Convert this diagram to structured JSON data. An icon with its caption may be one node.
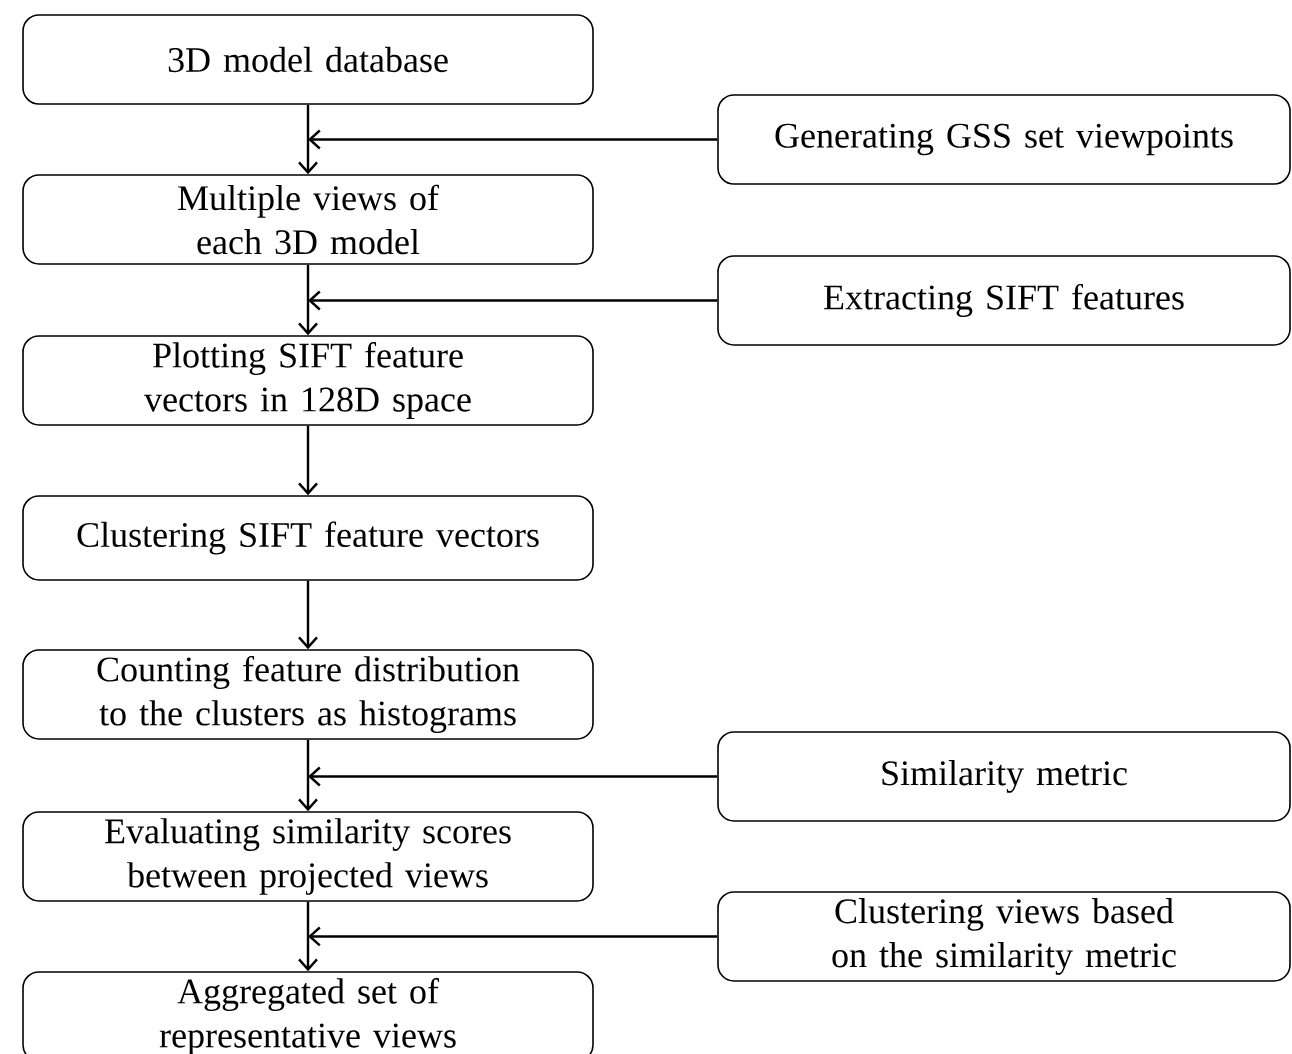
{
  "diagram": {
    "nodes": [
      {
        "text": [
          "3D model database"
        ]
      },
      {
        "text": [
          "Generating GSS set viewpoints"
        ]
      },
      {
        "text": [
          "Multiple views of each 3D model"
        ]
      },
      {
        "text": [
          "Extracting SIFT features"
        ]
      },
      {
        "text": [
          "Plotting SIFT feature vectors in 128D space"
        ]
      },
      {
        "text": [
          "Clustering SIFT feature vectors"
        ]
      },
      {
        "text": [
          "Counting feature distribution to the clusters as histograms"
        ]
      },
      {
        "text": [
          "Similarity metric"
        ]
      },
      {
        "text": [
          "Evaluating similarity scores between projected views"
        ]
      },
      {
        "text": [
          "Clustering views based on the similarity metric"
        ]
      },
      {
        "text": [
          "Aggregated set of representative views"
        ]
      }
    ],
    "edges": [
      {
        "from": 0,
        "to": 2,
        "arrow": "to"
      },
      {
        "from": 1,
        "to": 2,
        "arrow": "to"
      },
      {
        "from": 2,
        "to": 4,
        "arrow": "to"
      },
      {
        "from": 3,
        "to": 4,
        "arrow": "to"
      },
      {
        "from": 4,
        "to": 5,
        "arrow": "to"
      },
      {
        "from": 5,
        "to": 6,
        "arrow": "to"
      },
      {
        "from": 6,
        "to": 8,
        "arrow": "to"
      },
      {
        "from": 7,
        "to": 8,
        "arrow": "to"
      },
      {
        "from": 8,
        "to": 10,
        "arrow": "to"
      },
      {
        "from": 9,
        "to": 10,
        "arrow": "to"
      }
    ]
  }
}
